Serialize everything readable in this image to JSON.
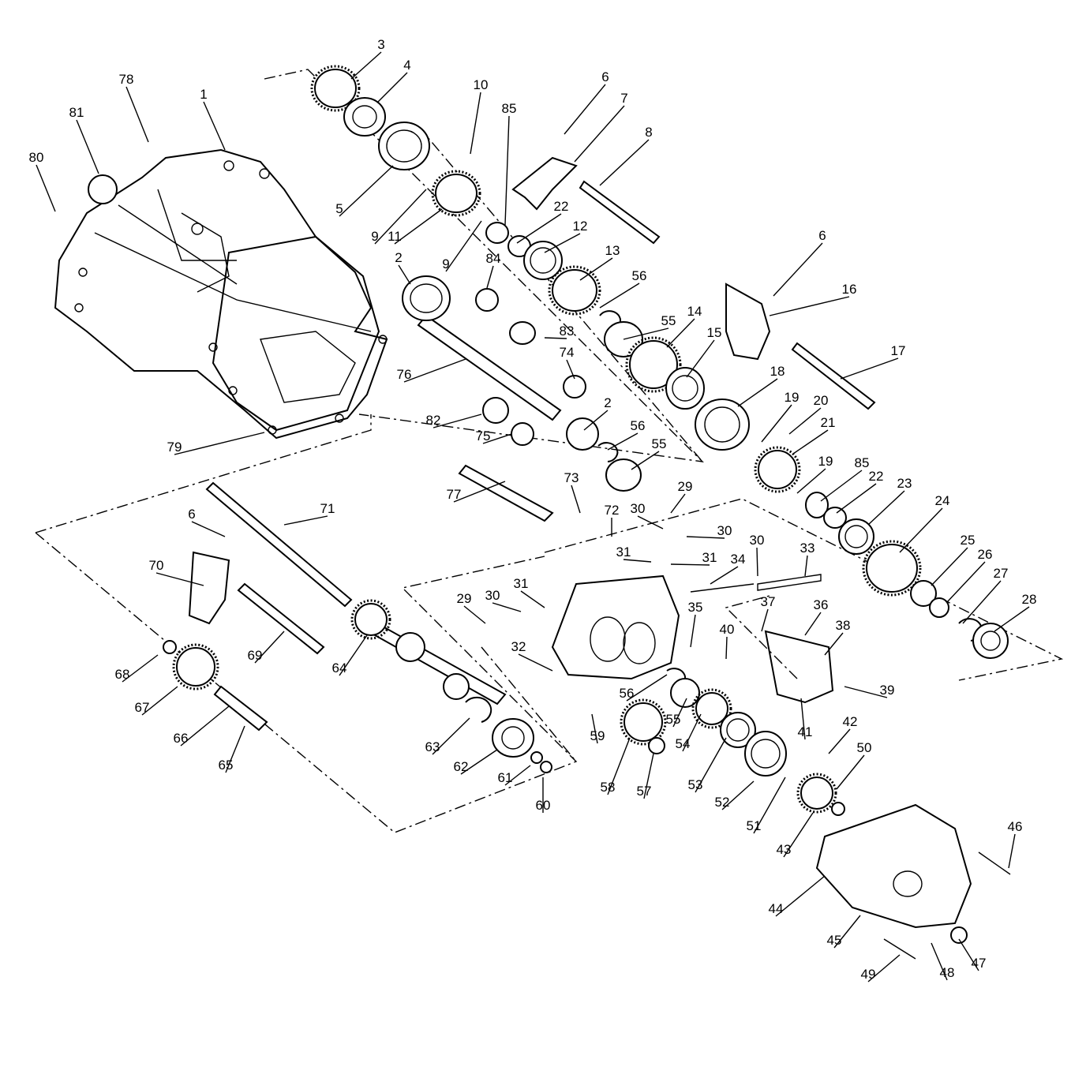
{
  "diagram": {
    "type": "exploded-parts-view",
    "callouts": [
      "1",
      "2",
      "2",
      "3",
      "4",
      "5",
      "6",
      "6",
      "6",
      "7",
      "8",
      "9",
      "9",
      "10",
      "11",
      "12",
      "13",
      "14",
      "15",
      "16",
      "17",
      "18",
      "19",
      "19",
      "20",
      "21",
      "22",
      "22",
      "23",
      "24",
      "25",
      "26",
      "27",
      "28",
      "29",
      "29",
      "30",
      "30",
      "30",
      "30",
      "31",
      "31",
      "31",
      "32",
      "33",
      "34",
      "35",
      "36",
      "37",
      "38",
      "39",
      "40",
      "41",
      "42",
      "43",
      "44",
      "45",
      "46",
      "47",
      "48",
      "49",
      "50",
      "51",
      "52",
      "53",
      "54",
      "55",
      "55",
      "55",
      "56",
      "56",
      "56",
      "57",
      "58",
      "59",
      "60",
      "61",
      "62",
      "63",
      "64",
      "65",
      "66",
      "67",
      "68",
      "69",
      "70",
      "71",
      "72",
      "73",
      "74",
      "75",
      "76",
      "77",
      "78",
      "79",
      "80",
      "81",
      "82",
      "83",
      "84",
      "85",
      "85"
    ]
  }
}
